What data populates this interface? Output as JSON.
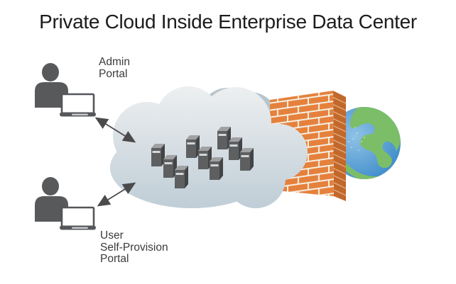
{
  "title": "Private Cloud Inside Enterprise Data Center",
  "labels": {
    "admin_portal": {
      "line1": "Admin",
      "line2": "Portal"
    },
    "user_portal": {
      "line1": "User",
      "line2": "Self-Provision",
      "line3": "Portal"
    }
  },
  "diagram": {
    "server_count": 9,
    "actor_count": 2,
    "arrow_style": "double-headed"
  },
  "colors": {
    "title_text": "#1c1c1c",
    "label_text": "#3a3a3c",
    "person_gray": "#58595b",
    "laptop_frame": "#55565a",
    "laptop_base_stripe": "#c9cacc",
    "arrow_gray": "#4b4b4d",
    "cloud_top": "#eef0f1",
    "cloud_bottom": "#bfcdd6",
    "cloud_back": "#b8c5cd",
    "brick_orange": "#e5813c",
    "brick_mortar": "#f5efe4",
    "wall_side": "#c2682b",
    "wall_side_line": "#dfa77b",
    "ocean_center": "#8fc2e6",
    "ocean_edge": "#3e8ccb",
    "land_green": "#7cbe68",
    "server_front": "#5d5f61",
    "server_side": "#434446",
    "server_top": "#9fa1a3",
    "server_slot": "#d4d5d6"
  }
}
